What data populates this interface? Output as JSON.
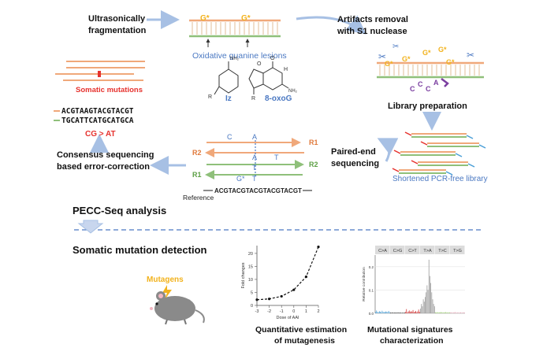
{
  "steps": {
    "fragmentation": [
      "Ultrasonically",
      "fragmentation"
    ],
    "lesions": "Oxidative guanine lesions",
    "artifacts": [
      "Artifacts removal",
      "with S1 nuclease"
    ],
    "library_prep": "Library preparation",
    "pcr_free": "Shortened PCR-free library",
    "paired_end": [
      "Paired-end",
      "sequencing"
    ],
    "consensus": [
      "Consensus sequencing",
      "based error-correction"
    ],
    "somatic_mutations": "Somatic mutations",
    "cg_at": "CG > AT"
  },
  "molecules": {
    "iz": "Iz",
    "oxog": "8-oxoG",
    "nh2": "NH₂",
    "r": "R",
    "o": "O",
    "h": "H",
    "n": "N"
  },
  "bases": {
    "g_star": "G*",
    "a": "A",
    "c": "C",
    "t": "T"
  },
  "reads": {
    "r1": "R1",
    "r2": "R2",
    "reference_label": "Reference",
    "reference_seq": "ACGTACGTACGTACGTACGT"
  },
  "sequences": {
    "top": "ACGTAAGTACGTACGT",
    "bottom": "TGCATTCATGCATGCA"
  },
  "sections": {
    "pecc": "PECC-Seq analysis",
    "detection": "Somatic mutation detection"
  },
  "mutagens": "Mutagens",
  "panels": {
    "quant": [
      "Quantitative estimation",
      "of mutagenesis"
    ],
    "signatures": [
      "Mutational signatures",
      "characterization"
    ]
  },
  "chart_data": [
    {
      "type": "line",
      "x": [
        -3,
        -2,
        -1,
        0,
        1,
        2
      ],
      "y": [
        2.2,
        2.5,
        3.5,
        6,
        11,
        22.5
      ],
      "xlabel": "Dose of AAI",
      "ylabel": "Fold changes",
      "xlim": [
        -3,
        2
      ],
      "ylim": [
        0,
        23
      ],
      "xticks": [
        -3,
        -2,
        -1,
        0,
        1,
        2
      ],
      "yticks": [
        0,
        5,
        10,
        15,
        20
      ],
      "line_style": "dashed"
    },
    {
      "type": "bar",
      "categories": [
        "C>A",
        "C>G",
        "C>T",
        "T>A",
        "T>C",
        "T>G"
      ],
      "ylabel": "Relative contribution",
      "yticks": [
        "0.0",
        "0.1",
        "0.2"
      ],
      "ylim": [
        0,
        0.25
      ],
      "category_colors": [
        "#4a9fd6",
        "#222222",
        "#d33b3b",
        "#9b9b9b",
        "#9fcf74",
        "#e6a6b6"
      ],
      "values": [
        [
          0.005,
          0.012,
          0.006,
          0.004,
          0.009,
          0.007,
          0.003,
          0.011,
          0.005,
          0.006,
          0.004,
          0.008,
          0.006,
          0.005,
          0.01,
          0.004
        ],
        [
          0.003,
          0.002,
          0.004,
          0.002,
          0.003,
          0.002,
          0.003,
          0.002,
          0.004,
          0.002,
          0.003,
          0.002,
          0.002,
          0.003,
          0.002,
          0.003
        ],
        [
          0.006,
          0.018,
          0.004,
          0.008,
          0.012,
          0.005,
          0.009,
          0.007,
          0.014,
          0.005,
          0.006,
          0.01,
          0.004,
          0.008,
          0.016,
          0.006
        ],
        [
          0.02,
          0.04,
          0.03,
          0.06,
          0.05,
          0.07,
          0.09,
          0.12,
          0.1,
          0.23,
          0.16,
          0.13,
          0.09,
          0.06,
          0.04,
          0.03
        ],
        [
          0.004,
          0.003,
          0.005,
          0.003,
          0.004,
          0.003,
          0.005,
          0.004,
          0.003,
          0.004,
          0.003,
          0.005,
          0.003,
          0.004,
          0.003,
          0.004
        ],
        [
          0.003,
          0.004,
          0.002,
          0.004,
          0.003,
          0.005,
          0.002,
          0.003,
          0.004,
          0.002,
          0.003,
          0.004,
          0.002,
          0.003,
          0.004,
          0.003
        ]
      ]
    }
  ],
  "colors": {
    "accent_blue": "#4a78c2",
    "mutation_red": "#e6322e",
    "orange_strand": "#f0a87a",
    "green_strand": "#8fc07a",
    "purple": "#7b3fa0",
    "gold": "#f2b21c",
    "arrow_blue": "#a7c0e4"
  }
}
